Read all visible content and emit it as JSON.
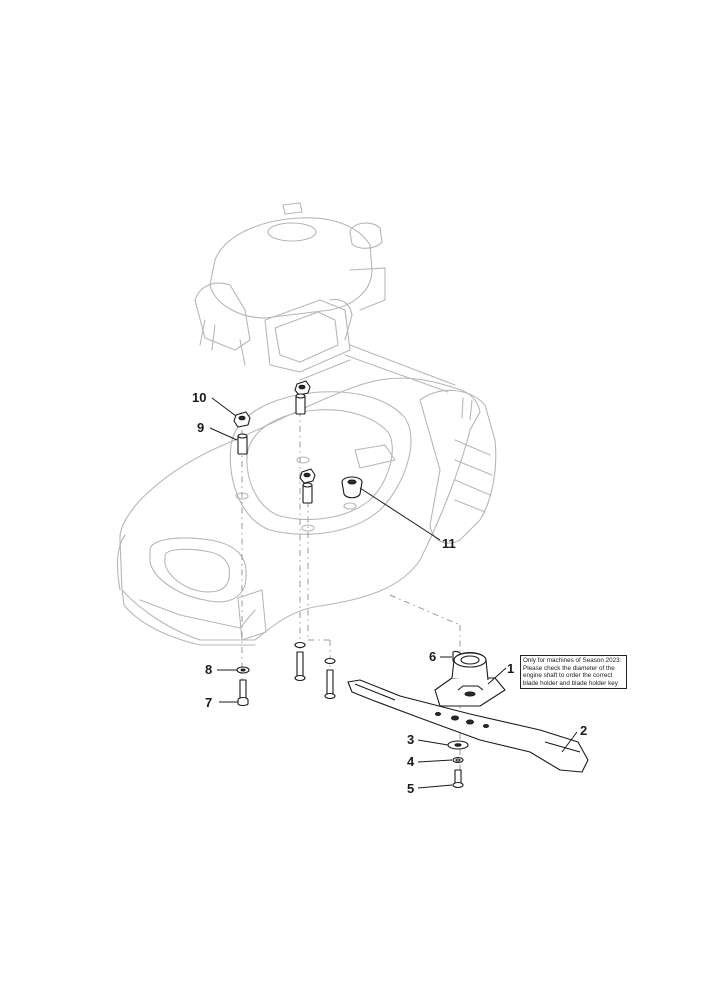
{
  "callouts": {
    "c1": "1",
    "c2": "2",
    "c3": "3",
    "c4": "4",
    "c5": "5",
    "c6": "6",
    "c7": "7",
    "c8": "8",
    "c9": "9",
    "c10": "10",
    "c11": "11"
  },
  "note": {
    "line1": "Only for machines of Season 2023:",
    "line2": "Please check the diameter of the",
    "line3": "engine shaft to order the correct",
    "line4": "blade holder and blade holder key"
  }
}
